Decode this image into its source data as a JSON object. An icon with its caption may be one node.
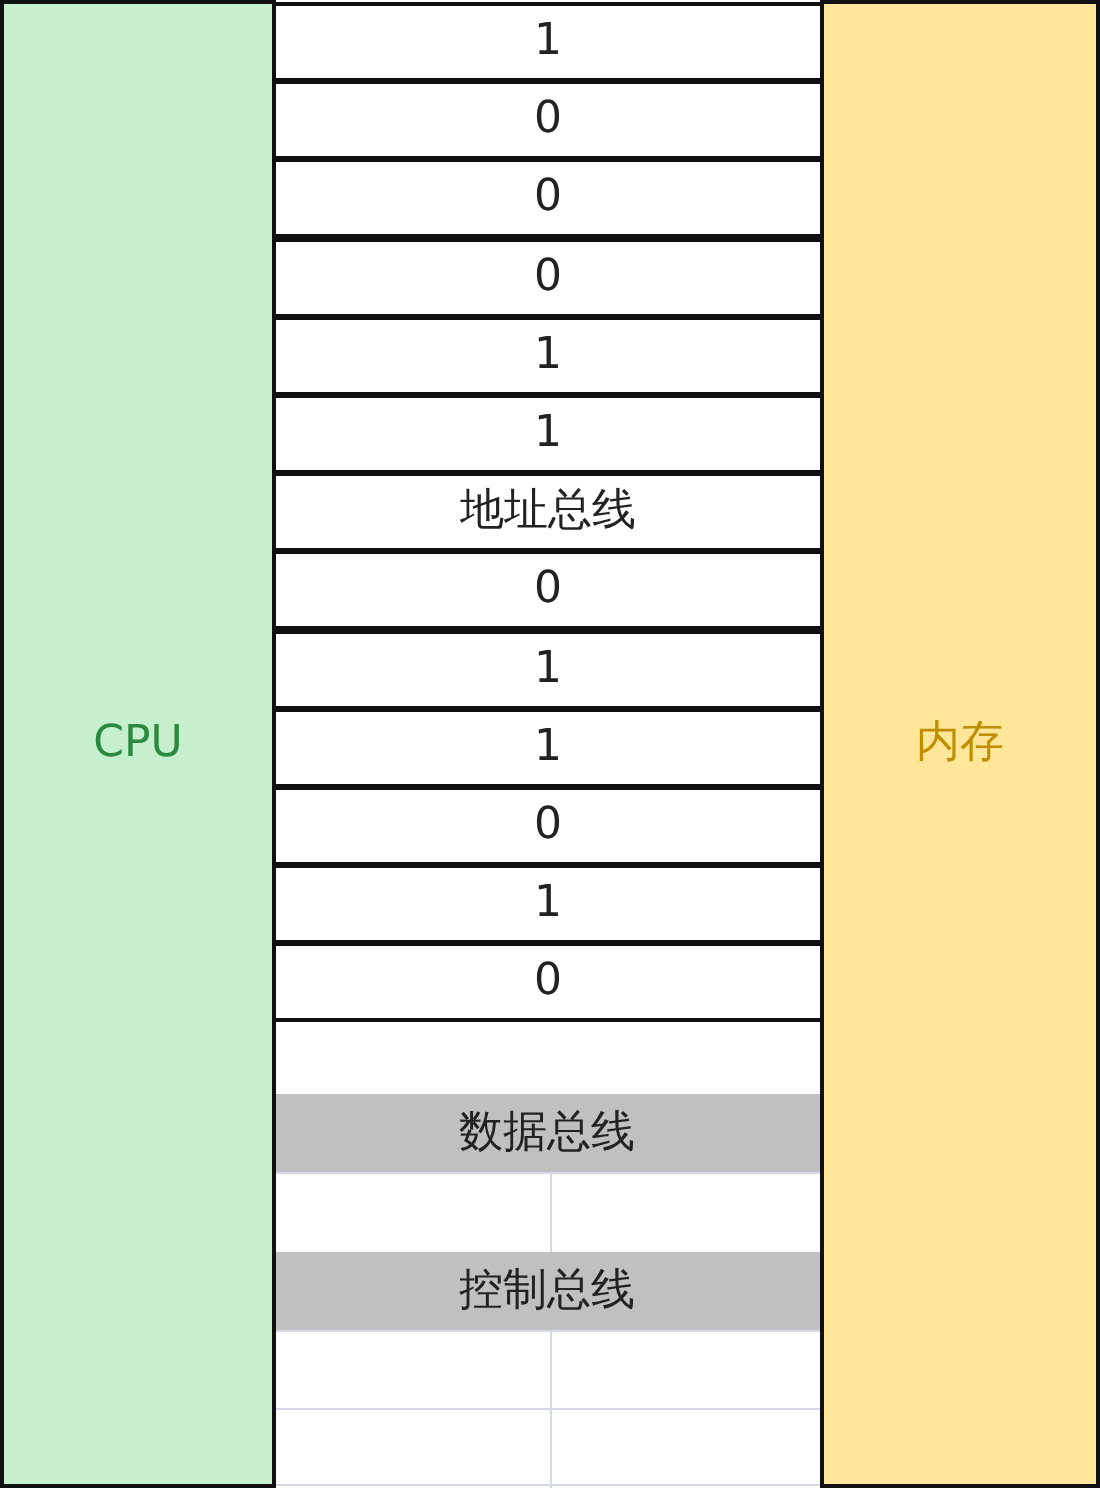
{
  "diagram": {
    "nodes": [
      {
        "text": [
          "CPU"
        ]
      },
      {
        "text": [
          "1"
        ]
      },
      {
        "text": [
          "0"
        ]
      },
      {
        "text": [
          "0"
        ]
      },
      {
        "text": [
          "0"
        ]
      },
      {
        "text": [
          "1"
        ]
      },
      {
        "text": [
          "1"
        ]
      },
      {
        "text": [
          "地址总线"
        ]
      },
      {
        "text": [
          "0"
        ]
      },
      {
        "text": [
          "1"
        ]
      },
      {
        "text": [
          "1"
        ]
      },
      {
        "text": [
          "0"
        ]
      },
      {
        "text": [
          "1"
        ]
      },
      {
        "text": [
          "0"
        ]
      },
      {
        "text": [
          "数据总线"
        ]
      },
      {
        "text": [
          "控制总线"
        ]
      },
      {
        "text": [
          "内存"
        ]
      }
    ]
  }
}
